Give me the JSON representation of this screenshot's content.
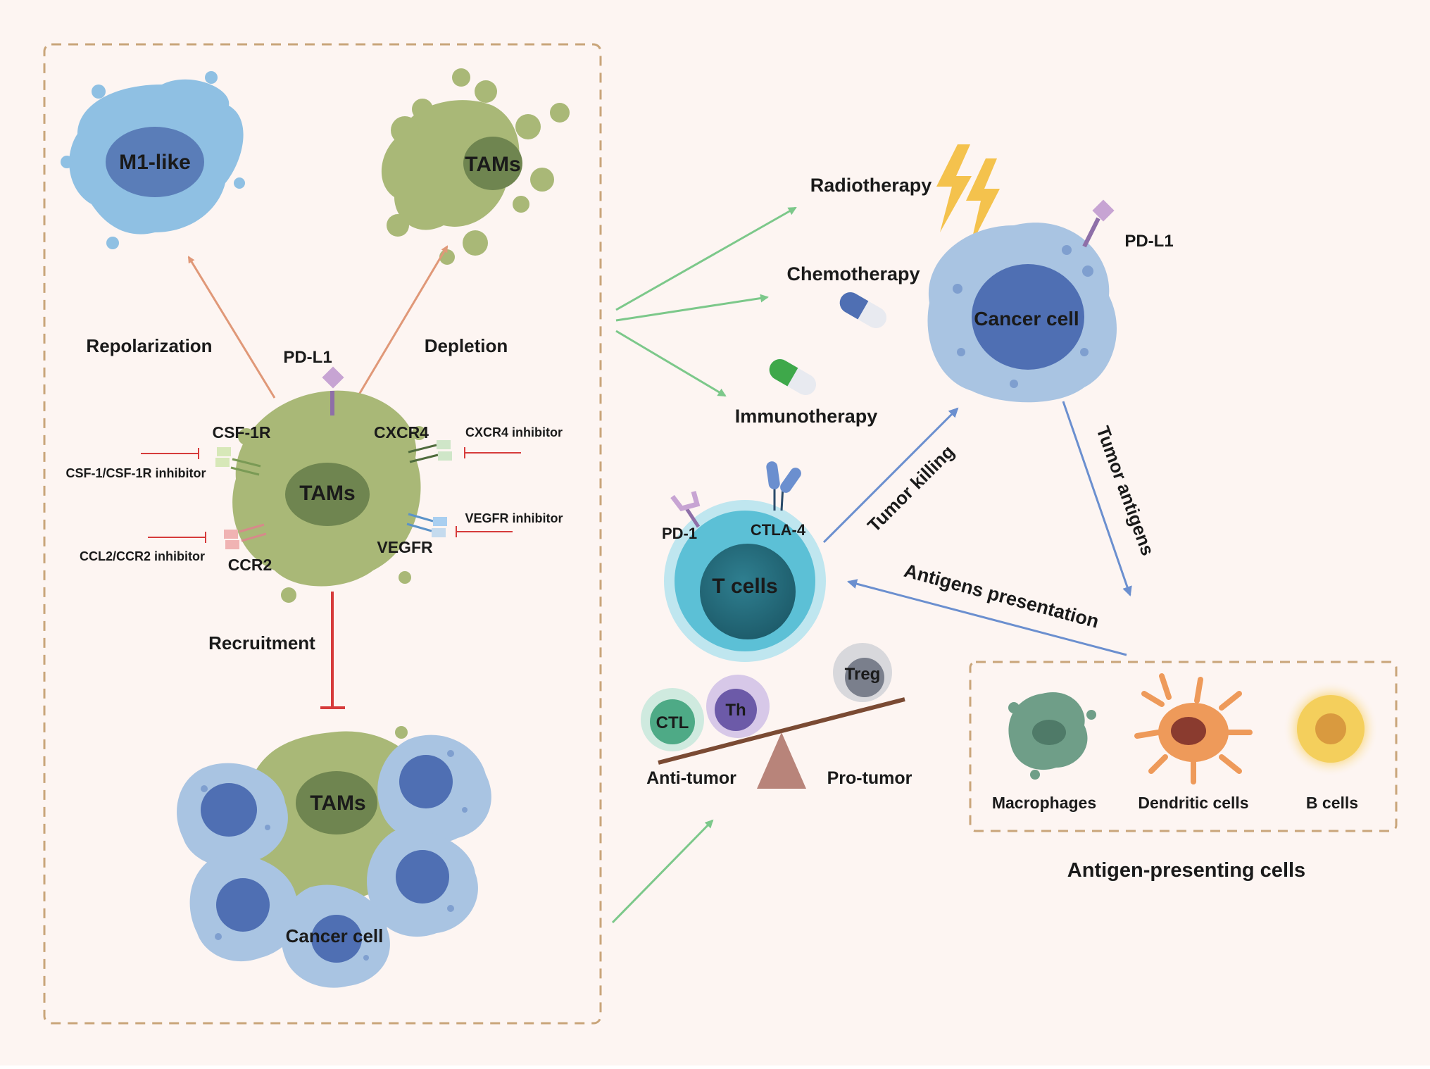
{
  "colors": {
    "background": "#fdf5f2",
    "dashed_border": "#c9a57a",
    "tam_green": "#a9b877",
    "tam_nucleus": "#6f8550",
    "m1_blue": "#8fc0e3",
    "cancel_blue": "#a9c4e2",
    "cancer_nucleus": "#4f6fb3",
    "tcell_teal": "#5cc0d6",
    "arrow_orange": "#e09878",
    "arrow_green": "#7cc88a",
    "arrow_blue": "#6b8fcf",
    "inhibit_red": "#d63b3b",
    "lightning": "#f4c24d"
  },
  "left_panel": {
    "m1_label": "M1-like",
    "depleted_tams_label": "TAMs",
    "repolarization_label": "Repolarization",
    "depletion_label": "Depletion",
    "pdl1_label": "PD-L1",
    "center_tams_label": "TAMs",
    "csf1r_label": "CSF-1R",
    "cxcr4_label": "CXCR4",
    "ccr2_label": "CCR2",
    "vegfr_label": "VEGFR",
    "csf1_inhibitor": "CSF-1/CSF-1R inhibitor",
    "cxcr4_inhibitor": "CXCR4 inhibitor",
    "ccl2_inhibitor": "CCL2/CCR2 inhibitor",
    "vegfr_inhibitor": "VEGFR inhibitor",
    "recruitment_label": "Recruitment",
    "cluster_tams_label": "TAMs",
    "cluster_cancer_label": "Cancer cell"
  },
  "therapies": {
    "radiotherapy": "Radiotherapy",
    "chemotherapy": "Chemotherapy",
    "immunotherapy": "Immunotherapy"
  },
  "right_panel": {
    "cancer_cell_label": "Cancer cell",
    "pdl1_label": "PD-L1",
    "tumor_killing": "Tumor killing",
    "tumor_antigens": "Tumor antigens",
    "antigens_presentation": "Antigens presentation",
    "tcells_label": "T cells",
    "pd1_label": "PD-1",
    "ctla4_label": "CTLA-4",
    "ctl_label": "CTL",
    "th_label": "Th",
    "treg_label": "Treg",
    "anti_tumor": "Anti-tumor",
    "pro_tumor": "Pro-tumor"
  },
  "apc_panel": {
    "macrophages": "Macrophages",
    "dendritic": "Dendritic cells",
    "bcells": "B cells",
    "title": "Antigen-presenting cells"
  }
}
